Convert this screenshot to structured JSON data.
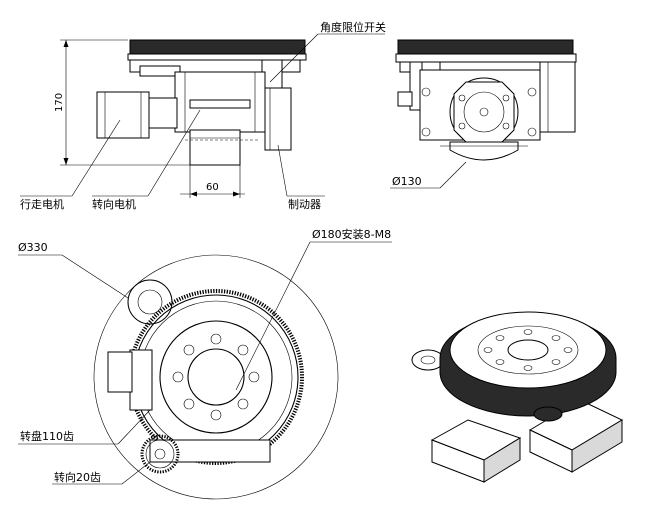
{
  "labels": {
    "angle_limit_switch": "角度限位开关",
    "drive_motor": "行走电机",
    "steering_motor": "转向电机",
    "brake": "制动器",
    "height_dim": "170",
    "width_dim": "60",
    "dia_130": "Ø130",
    "dia_330": "Ø330",
    "dia_180_mount": "Ø180安装8-M8",
    "turntable_teeth": "转盘110齿",
    "steering_teeth": "转向20齿"
  },
  "colors": {
    "line": "#000000",
    "background": "#ffffff",
    "gear_dark": "#2a2a2a",
    "shade": "#d9d9d9"
  }
}
